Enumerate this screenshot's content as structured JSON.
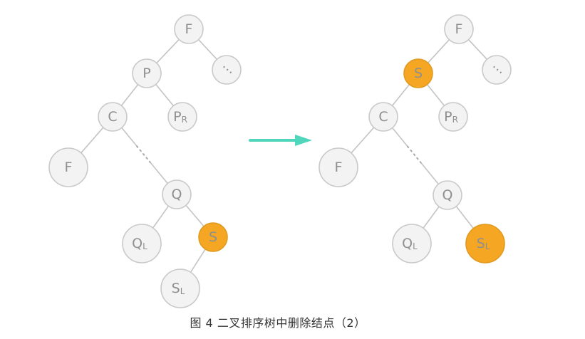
{
  "colors": {
    "node_fill": "#f3f3f3",
    "node_stroke": "#c9c9c9",
    "highlight_fill": "#f5a623",
    "highlight_stroke": "#e09a20",
    "arrow": "#4fd6bb",
    "text": "#8f8f8f"
  },
  "caption": "图 4 二叉排序树中删除结点（2）",
  "trees": [
    {
      "id": "before",
      "nodes": [
        {
          "id": "F",
          "label": "F",
          "sub": ""
        },
        {
          "id": "P",
          "label": "P",
          "sub": ""
        },
        {
          "id": "dots",
          "label": "",
          "sub": "",
          "icon": "ellipsis-icon"
        },
        {
          "id": "C",
          "label": "C",
          "sub": ""
        },
        {
          "id": "PR",
          "label": "P",
          "sub": "R"
        },
        {
          "id": "F2",
          "label": "F",
          "sub": ""
        },
        {
          "id": "Q",
          "label": "Q",
          "sub": ""
        },
        {
          "id": "QL",
          "label": "Q",
          "sub": "L"
        },
        {
          "id": "S",
          "label": "S",
          "sub": "",
          "highlight": true
        },
        {
          "id": "SL",
          "label": "S",
          "sub": "L"
        }
      ]
    },
    {
      "id": "after",
      "nodes": [
        {
          "id": "F",
          "label": "F",
          "sub": ""
        },
        {
          "id": "S",
          "label": "S",
          "sub": "",
          "highlight": true
        },
        {
          "id": "dots",
          "label": "",
          "sub": "",
          "icon": "ellipsis-icon"
        },
        {
          "id": "C",
          "label": "C",
          "sub": ""
        },
        {
          "id": "PR",
          "label": "P",
          "sub": "R"
        },
        {
          "id": "F2",
          "label": "F",
          "sub": ""
        },
        {
          "id": "Q",
          "label": "Q",
          "sub": ""
        },
        {
          "id": "QL",
          "label": "Q",
          "sub": "L"
        },
        {
          "id": "SL",
          "label": "S",
          "sub": "L",
          "highlight": true
        }
      ]
    }
  ]
}
